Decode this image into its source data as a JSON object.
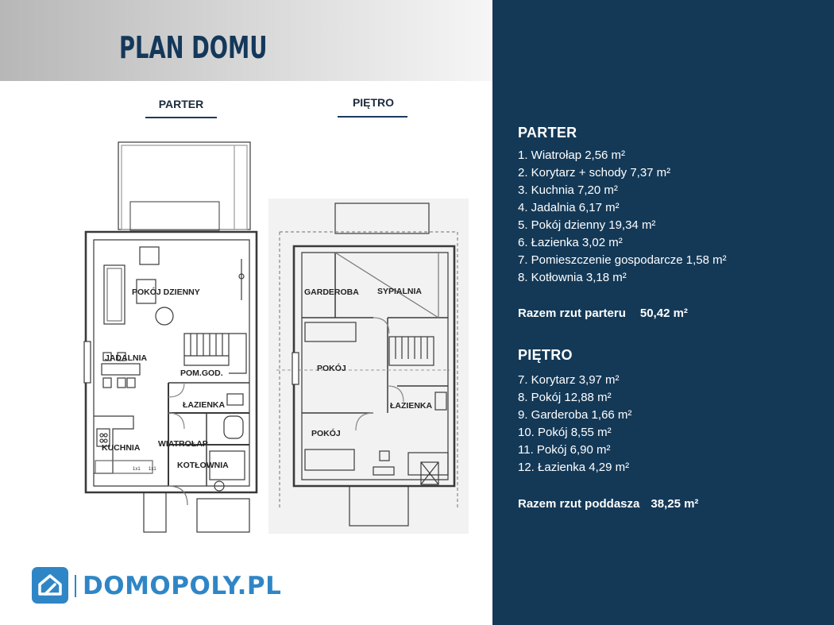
{
  "title": "PLAN DOMU",
  "floors": {
    "parter": "PARTER",
    "pietro": "PIĘTRO"
  },
  "plan_parter": {
    "rooms": [
      "POKÓJ DZIENNY",
      "JADALNIA",
      "POM.GOD.",
      "ŁAZIENKA",
      "KUCHNIA",
      "WIATROŁAP",
      "KOTŁOWNIA"
    ],
    "marks": [
      "1x1",
      "1x1"
    ]
  },
  "plan_pietro": {
    "rooms": [
      "GARDEROBA",
      "SYPIALNIA",
      "POKÓJ",
      "ŁAZIENKA",
      "POKÓJ"
    ]
  },
  "brand": {
    "name": "DOMOPOLY.PL",
    "icon": "house-logo-icon",
    "color": "#2f86c6"
  },
  "panel": {
    "color": "#143957",
    "parter_heading": "PARTER",
    "parter_rooms": [
      "1. Wiatrołap 2,56 m²",
      "2. Korytarz + schody 7,37 m²",
      "3. Kuchnia  7,20 m²",
      "4. Jadalnia  6,17 m²",
      "5. Pokój dzienny  19,34 m²",
      "6. Łazienka  3,02 m²",
      "7. Pomieszczenie gospodarcze  1,58 m²",
      "8. Kotłownia  3,18 m²"
    ],
    "parter_total_label": "Razem rzut parteru",
    "parter_total_value": "50,42 m²",
    "pietro_heading": "PIĘTRO",
    "pietro_rooms": [
      "7. Korytarz  3,97 m²",
      "8. Pokój  12,88 m²",
      "9. Garderoba  1,66 m²",
      "10. Pokój  8,55 m²",
      "11. Pokój  6,90 m²",
      "12. Łazienka  4,29 m²"
    ],
    "pietro_total_label": "Razem rzut poddasza",
    "pietro_total_value": "38,25 m²"
  }
}
